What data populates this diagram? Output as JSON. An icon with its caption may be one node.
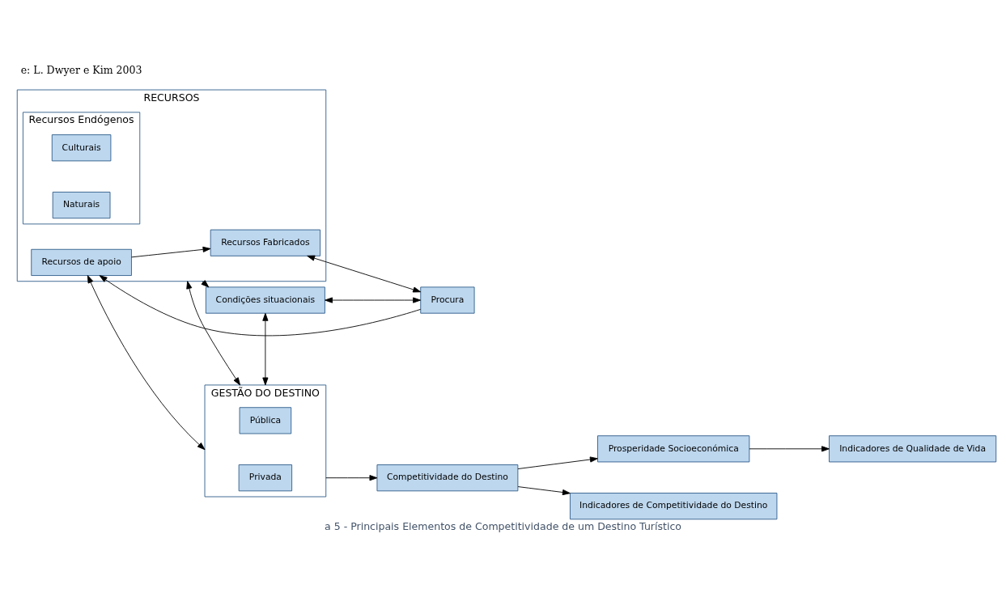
{
  "diagram": {
    "caption": "a 5 - Principais Elementos de Competitividade de um Destino Turístico",
    "nodes": [
      {
        "text": [
          "GESTÃO DO DESTINO"
        ]
      },
      {
        "text": [
          "Pública"
        ],
        "in": 0
      },
      {
        "text": [
          "Privada"
        ],
        "in": 0
      },
      {
        "text": [
          "RECURSOS"
        ]
      },
      {
        "text": [
          "Recursos Endógenos"
        ],
        "in": 3
      },
      {
        "text": [
          "Naturais"
        ],
        "in": 4
      },
      {
        "text": [
          "Culturais"
        ],
        "in": 4
      },
      {
        "text": [
          "Recursos Fabricados"
        ],
        "in": 3
      },
      {
        "text": [
          "Recursos de apoio"
        ],
        "in": 3
      },
      {
        "text": [
          "Condições situacionais"
        ]
      },
      {
        "text": [
          "Procura"
        ]
      },
      {
        "text": [
          "Competitividade do Destino"
        ]
      },
      {
        "text": [
          "Prosperidade Socioeconómica"
        ]
      },
      {
        "text": [
          "Indicadores de Competitividade do Destino"
        ]
      },
      {
        "text": [
          "Indicadores de Qualidade de Vida"
        ]
      }
    ],
    "edges": [
      {
        "from": 3,
        "to": 0,
        "arrow": "both"
      },
      {
        "from": 8,
        "to": 0,
        "arrow": "both"
      },
      {
        "from": 7,
        "to": 10,
        "arrow": "both"
      },
      {
        "from": 3,
        "to": 9,
        "arrow": "to"
      },
      {
        "from": 0,
        "to": 9,
        "arrow": "both"
      },
      {
        "from": 9,
        "to": 10,
        "arrow": "both"
      },
      {
        "from": 10,
        "to": 8,
        "arrow": "to"
      },
      {
        "from": 8,
        "to": 7,
        "arrow": "to"
      },
      {
        "from": 0,
        "to": 11,
        "arrow": "to"
      },
      {
        "from": 11,
        "to": 12,
        "arrow": "to"
      },
      {
        "from": 11,
        "to": 13,
        "arrow": "to"
      },
      {
        "from": 12,
        "to": 14,
        "arrow": "to"
      }
    ],
    "labels": [
      "e: L. Dwyer e Kim 2003"
    ]
  }
}
